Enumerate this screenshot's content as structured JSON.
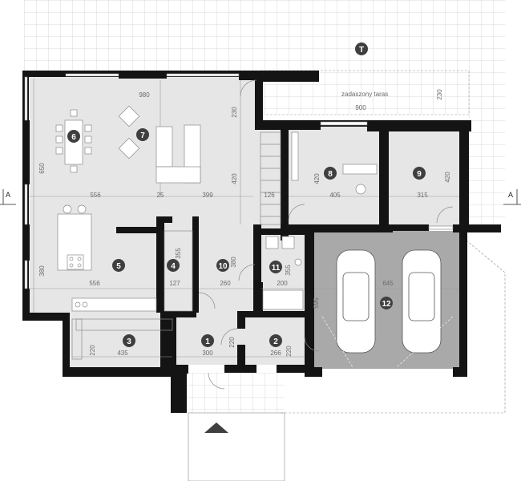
{
  "terrace_marker": "T",
  "roofed_terrace": {
    "label": "zadaszony taras",
    "width": "900",
    "depth": "230"
  },
  "section_markers": {
    "left": "A",
    "right": "A"
  },
  "colors": {
    "wall": "#141414",
    "floor": "#e6e6e6",
    "garage_floor": "#a9a9a9",
    "grid": "#cfcfcf",
    "badge": "#3f3f3f",
    "dim_text": "#6b6b6b"
  },
  "rooms": [
    {
      "number": "1"
    },
    {
      "number": "2"
    },
    {
      "number": "3"
    },
    {
      "number": "4"
    },
    {
      "number": "5"
    },
    {
      "number": "6"
    },
    {
      "number": "7"
    },
    {
      "number": "8"
    },
    {
      "number": "9"
    },
    {
      "number": "10"
    },
    {
      "number": "11"
    },
    {
      "number": "12"
    }
  ],
  "dimensions": {
    "d980": "980",
    "d230": "230",
    "d650": "650",
    "d420a": "420",
    "d556a": "556",
    "d25": "25",
    "d399": "399",
    "d126": "126",
    "d420b": "420",
    "d405": "405",
    "d420c": "420",
    "d315": "315",
    "d380a": "380",
    "d556b": "556",
    "d355a": "355",
    "d127": "127",
    "d380b": "380",
    "d260": "260",
    "d355b": "355",
    "d200": "200",
    "d645": "645",
    "d595": "595",
    "d220a": "220",
    "d435": "435",
    "d300": "300",
    "d220b": "220",
    "d266": "266",
    "d220c": "220"
  }
}
